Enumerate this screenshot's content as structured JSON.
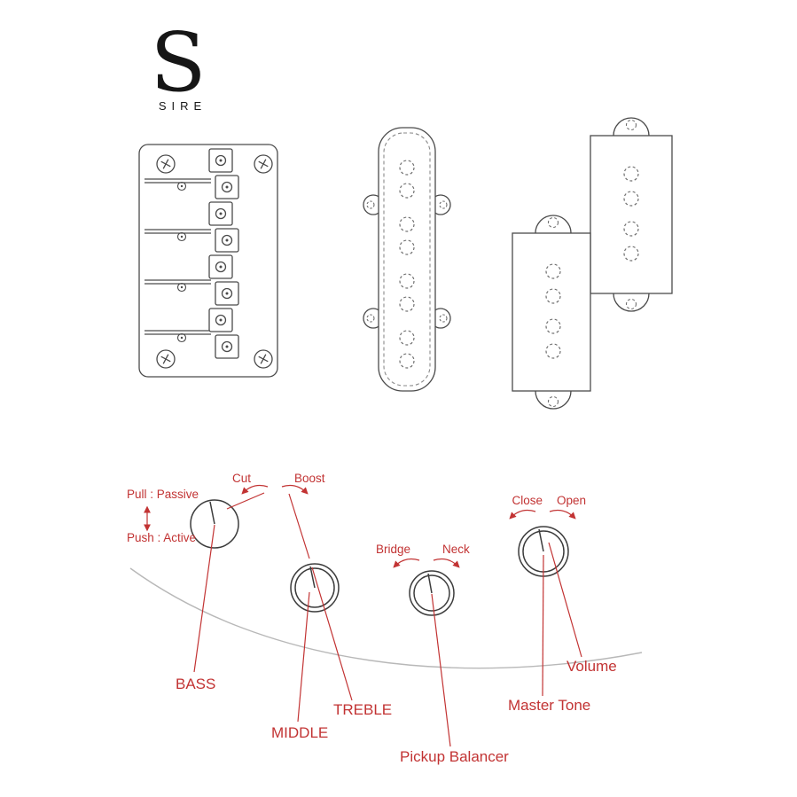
{
  "logo": {
    "glyph": "S",
    "wordmark": "SIRE"
  },
  "figures": {
    "bridge": "bass-bridge-top-view",
    "jazz_pickup": "jazz-bass-single-coil-pickup",
    "split_pickup": "split-coil-precision-pickup"
  },
  "colors": {
    "annotation_red": "#c23333",
    "drawing_stroke": "#4a4a4a",
    "body_curve_gray": "#b8b8b8",
    "background": "#ffffff"
  },
  "controls": {
    "toggle": {
      "pull": "Pull : Passive",
      "push": "Push : Active"
    },
    "eq_range": {
      "left": "Cut",
      "right": "Boost"
    },
    "balance_range": {
      "left": "Bridge",
      "right": "Neck"
    },
    "tone_range": {
      "left": "Close",
      "right": "Open"
    },
    "knob_labels": {
      "bass": "BASS",
      "middle": "MIDDLE",
      "treble": "TREBLE",
      "balancer": "Pickup Balancer",
      "master_tone": "Master Tone",
      "volume": "Volume"
    }
  }
}
